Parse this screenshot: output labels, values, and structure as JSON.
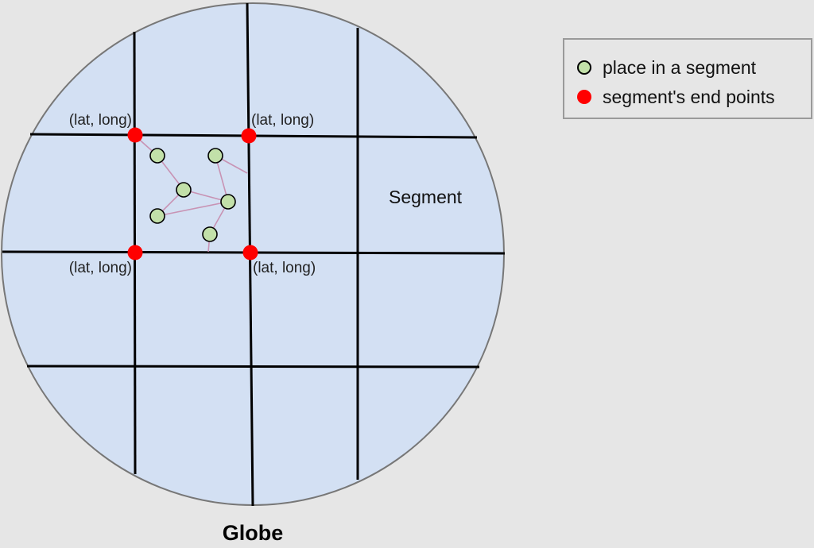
{
  "diagram": {
    "title": "Globe",
    "segment_label": "Segment",
    "coordinate_label": "(lat, long)",
    "legend": {
      "items": [
        {
          "label": "place in a segment",
          "icon": "green-circle-icon"
        },
        {
          "label": "segment's end points",
          "icon": "red-dot-icon"
        }
      ]
    },
    "colors": {
      "globe_fill": "#d3e0f3",
      "globe_border": "#777777",
      "grid": "#000000",
      "place": "#c2e0a9",
      "end_point": "#ff0000",
      "connector": "#c893b4",
      "background": "#e6e6e6"
    }
  }
}
